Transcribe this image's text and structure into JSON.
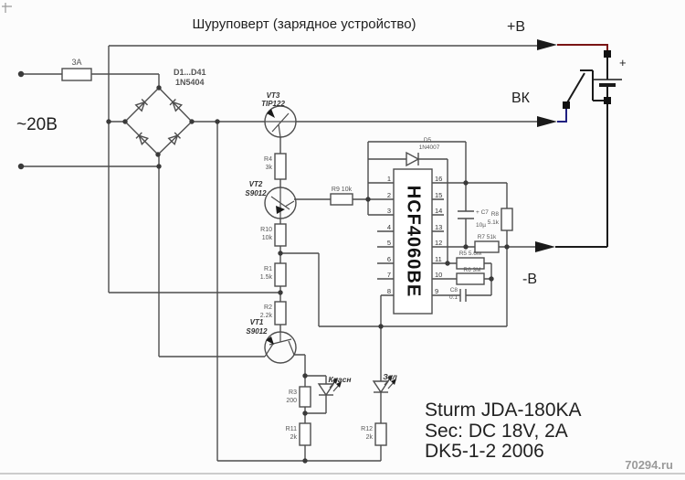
{
  "title": "Шуруповерт (зарядное устройство)",
  "terminals": {
    "ac_input": "~20В",
    "plus_battery": "+В",
    "switch": "ВК",
    "minus_battery": "-В",
    "battery_polarity": "+"
  },
  "fuse": {
    "value": "3А"
  },
  "bridge": {
    "designator": "D1...D41",
    "part": "1N5404"
  },
  "transistors": {
    "vt3": {
      "designator": "VT3",
      "part": "TIP122"
    },
    "vt2": {
      "designator": "VT2",
      "part": "S9012"
    },
    "vt1": {
      "designator": "VT1",
      "part": "S9012"
    }
  },
  "diode_d5": {
    "designator": "D5",
    "part": "1N4007"
  },
  "ic": {
    "part": "HCF4060BE",
    "left_pins": [
      "1",
      "2",
      "3",
      "4",
      "5",
      "6",
      "7",
      "8"
    ],
    "right_pins": [
      "16",
      "15",
      "14",
      "13",
      "12",
      "11",
      "10",
      "9"
    ]
  },
  "resistors": {
    "r1": {
      "name": "R1",
      "value": "1.5k"
    },
    "r2": {
      "name": "R2",
      "value": "2.2k"
    },
    "r3": {
      "name": "R3",
      "value": "200"
    },
    "r4": {
      "name": "R4",
      "value": "3k"
    },
    "r5": {
      "label": "R5 5.6M"
    },
    "r6": {
      "label": "R6 3M"
    },
    "r7": {
      "label": "R7 51k"
    },
    "r8": {
      "name": "R8",
      "value": "5.1k"
    },
    "r9": {
      "label": "R9 10k"
    },
    "r10": {
      "name": "R10",
      "value": "10k"
    },
    "r11": {
      "name": "R11",
      "value": "2k"
    },
    "r12": {
      "name": "R12",
      "value": "2k"
    }
  },
  "capacitors": {
    "c7": {
      "label": "+ C7",
      "value": "10µ"
    },
    "c8": {
      "name": "C8",
      "value": "0.1"
    }
  },
  "leds": {
    "red": "Красн",
    "green": "Зел"
  },
  "info": {
    "line1": "Sturm JDA-180KA",
    "line2": "Sec: DC 18V, 2A",
    "line3": "DK5-1-2  2006"
  },
  "watermark": "70294.ru",
  "colors": {
    "wire": "#4d4d4d",
    "black": "#1a1a1a",
    "red_wire": "#7a1515",
    "blue_wire": "#202080",
    "background": "#fcfcfc"
  }
}
